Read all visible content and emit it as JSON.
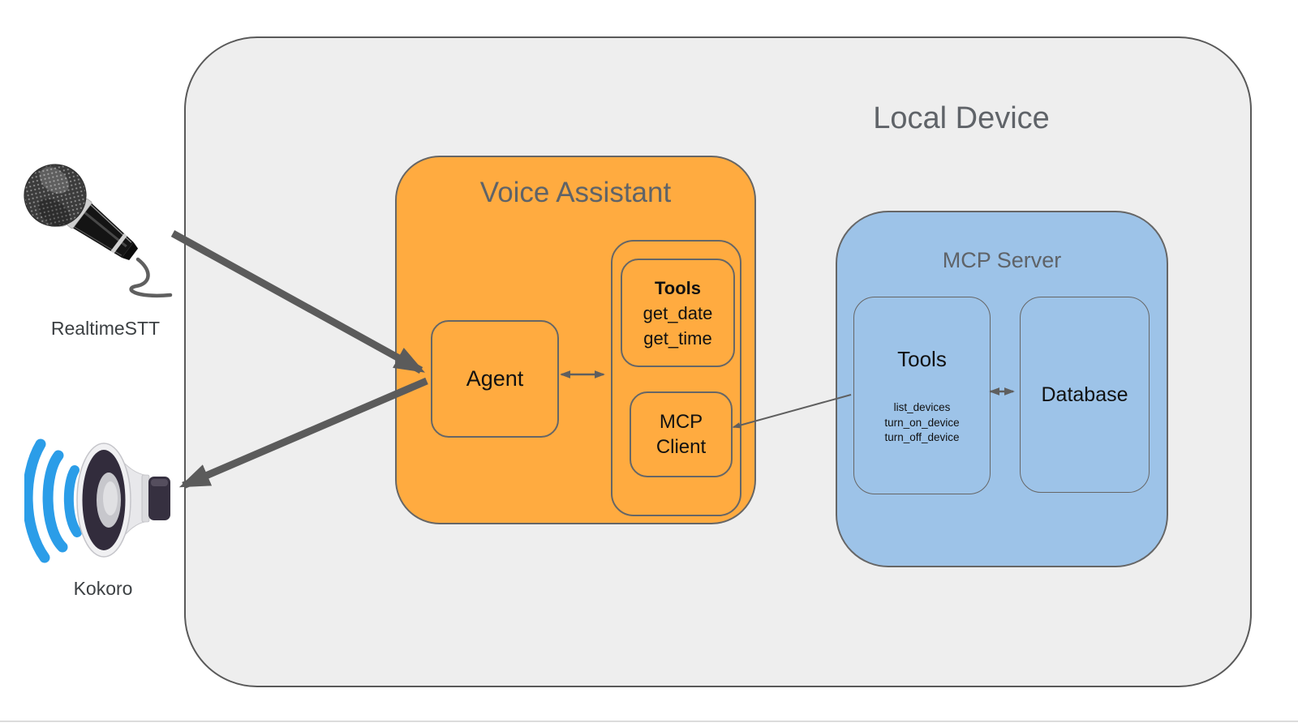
{
  "diagram": {
    "local_device": {
      "title": "Local Device"
    },
    "voice_assistant": {
      "title": "Voice Assistant",
      "agent_label": "Agent",
      "tools": {
        "title": "Tools",
        "items": [
          "get_date",
          "get_time"
        ]
      },
      "mcp_client_label": "MCP Client"
    },
    "mcp_server": {
      "title": "MCP Server",
      "tools": {
        "title": "Tools",
        "items": [
          "list_devices",
          "turn_on_device",
          "turn_off_device"
        ]
      },
      "database_label": "Database"
    },
    "external": {
      "mic_label": "RealtimeSTT",
      "speaker_label": "Kokoro"
    },
    "icons": {
      "microphone": "microphone-icon",
      "speaker": "speaker-icon",
      "sound_waves": "sound-waves-icon"
    },
    "connections": [
      {
        "from": "RealtimeSTT",
        "to": "Agent",
        "style": "thick",
        "direction": "one-way"
      },
      {
        "from": "Agent",
        "to": "Kokoro",
        "style": "thick",
        "direction": "one-way"
      },
      {
        "from": "Agent",
        "to": "Voice Assistant tools container",
        "style": "thin",
        "direction": "two-way"
      },
      {
        "from": "MCP Server Tools",
        "to": "MCP Client",
        "style": "thin",
        "direction": "one-way"
      },
      {
        "from": "MCP Server Tools",
        "to": "Database",
        "style": "thin",
        "direction": "two-way"
      }
    ]
  },
  "colors": {
    "local_device_fill": "#EEEEEE",
    "voice_assistant_fill": "#FFAB40",
    "mcp_server_fill": "#9DC3E8",
    "box_border": "#666666",
    "title_text": "#5F6368",
    "label_text": "#111111",
    "arrow": "#5B5B5B",
    "sound_wave_blue": "#2B9DE8"
  }
}
